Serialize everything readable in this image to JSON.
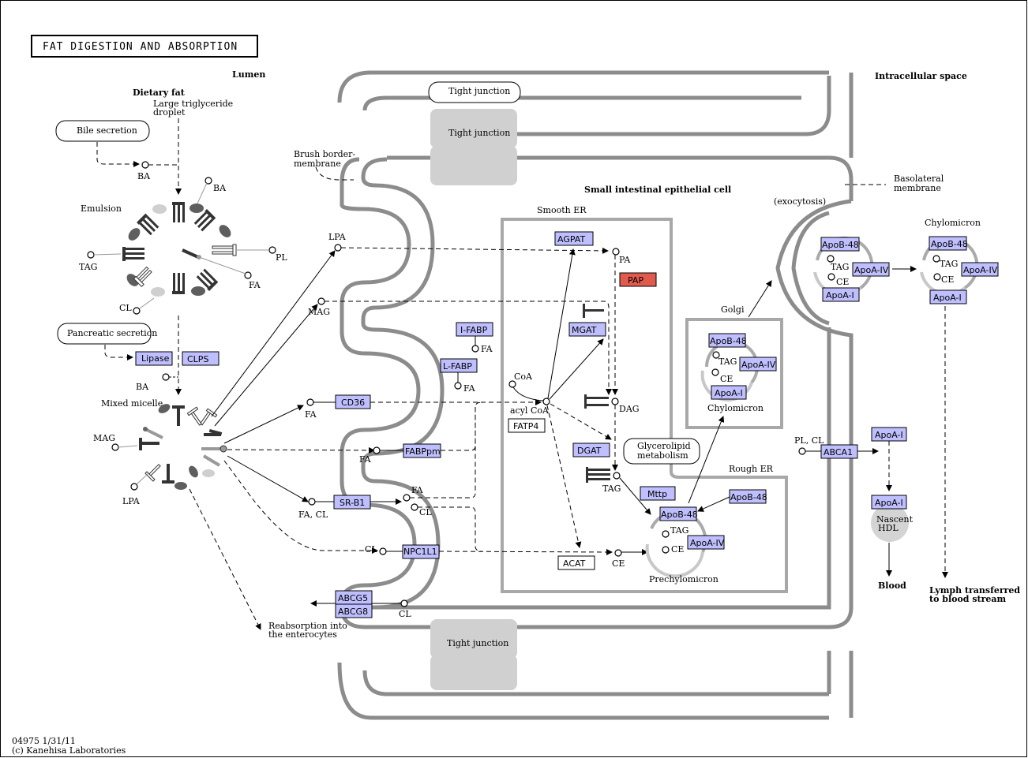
{
  "title": "FAT DIGESTION AND ABSORPTION",
  "footer": {
    "map_id": "04975 1/31/11",
    "copyright": "(c) Kanehisa Laboratories"
  },
  "colors": {
    "gene_fill": "#bfbfff",
    "highlight_fill": "#e05a4e",
    "membrane": "#8c8c8c",
    "tight_junction": "#d0d0d0"
  },
  "regions": {
    "lumen": "Lumen",
    "intracellular": "Intracellular space",
    "cell": "Small intestinal epithelial cell",
    "smooth_er": "Smooth ER",
    "rough_er": "Rough ER",
    "golgi": "Golgi",
    "exocytosis": "(exocytosis)",
    "brush_border_1": "Brush border-",
    "brush_border_2": "membrane",
    "basolateral_1": "Basolateral",
    "basolateral_2": "membrane",
    "tight_junction": "Tight junction"
  },
  "lumen": {
    "dietary_fat": "Dietary fat",
    "droplet_1": "Large triglyceride",
    "droplet_2": "droplet",
    "bile_secretion": "Bile secretion",
    "pancreatic_secretion": "Pancreatic secretion",
    "emulsion": "Emulsion",
    "mixed_micelle": "Mixed micelle",
    "reabsorption_1": "Reabsorption into",
    "reabsorption_2": "the enterocytes"
  },
  "compounds": {
    "ba": "BA",
    "tag": "TAG",
    "pl": "PL",
    "fa": "FA",
    "cl": "CL",
    "mag": "MAG",
    "lpa": "LPA",
    "pa": "PA",
    "dag": "DAG",
    "coa": "CoA",
    "acyl_coa": "acyl CoA",
    "ce": "CE",
    "fa_cl": "FA, CL",
    "pl_cl": "PL, CL"
  },
  "genes": {
    "lipase": "Lipase",
    "clps": "CLPS",
    "cd36": "CD36",
    "fabppm": "FABPpm",
    "srb1": "SR-B1",
    "npc1l1": "NPC1L1",
    "abcg5": "ABCG5",
    "abcg8": "ABCG8",
    "ifabp": "I-FABP",
    "lfabp": "L-FABP",
    "agpat": "AGPAT",
    "pap": "PAP",
    "mgat": "MGAT",
    "dgat": "DGAT",
    "mttp": "Mttp",
    "apob48": "ApoB-48",
    "apoa4": "ApoA-IV",
    "apoa1": "ApoA-I",
    "abca1": "ABCA1"
  },
  "boxes": {
    "fatp4": "FATP4",
    "acat": "ACAT",
    "glycerolipid_1": "Glycerolipid",
    "glycerolipid_2": "metabolism"
  },
  "particles": {
    "prechylomicron": "Prechylomicron",
    "chylomicron": "Chylomicron",
    "nascent_hdl_1": "Nascent",
    "nascent_hdl_2": "HDL"
  },
  "outputs": {
    "blood": "Blood",
    "lymph_1": "Lymph transferred",
    "lymph_2": "to blood stream"
  }
}
